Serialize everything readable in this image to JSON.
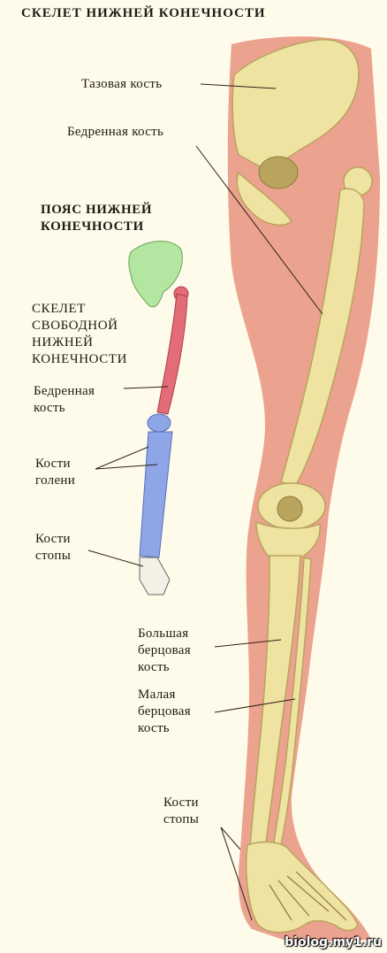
{
  "title": "СКЕЛЕТ НИЖНЕЙ КОНЕЧНОСТИ",
  "labels": {
    "pelvis": "Тазовая кость",
    "femur_right": "Бедренная кость",
    "girdle": "ПОЯС НИЖНЕЙ\nКОНЕЧНОСТИ",
    "free_limb": "СКЕЛЕТ\nСВОБОДНОЙ\nНИЖНЕЙ\nКОНЕЧНОСТИ",
    "femur_left": "Бедренная\nкость",
    "shin_bones": "Кости\nголени",
    "foot_left": "Кости\nстопы",
    "tibia": "Большая\nберцовая\nкость",
    "fibula": "Малая\nберцовая\nкость",
    "foot_right": "Кости\nстопы"
  },
  "watermark": "biolog.my1.ru",
  "colors": {
    "background": "#fffbea",
    "leg_outline": "#e8927e",
    "bone": "#efe3a2",
    "bone_shadow": "#b9a45d",
    "girdle_green": "#b3e6a0",
    "femur_red": "#e46c78",
    "shin_blue": "#8ea6e8"
  }
}
